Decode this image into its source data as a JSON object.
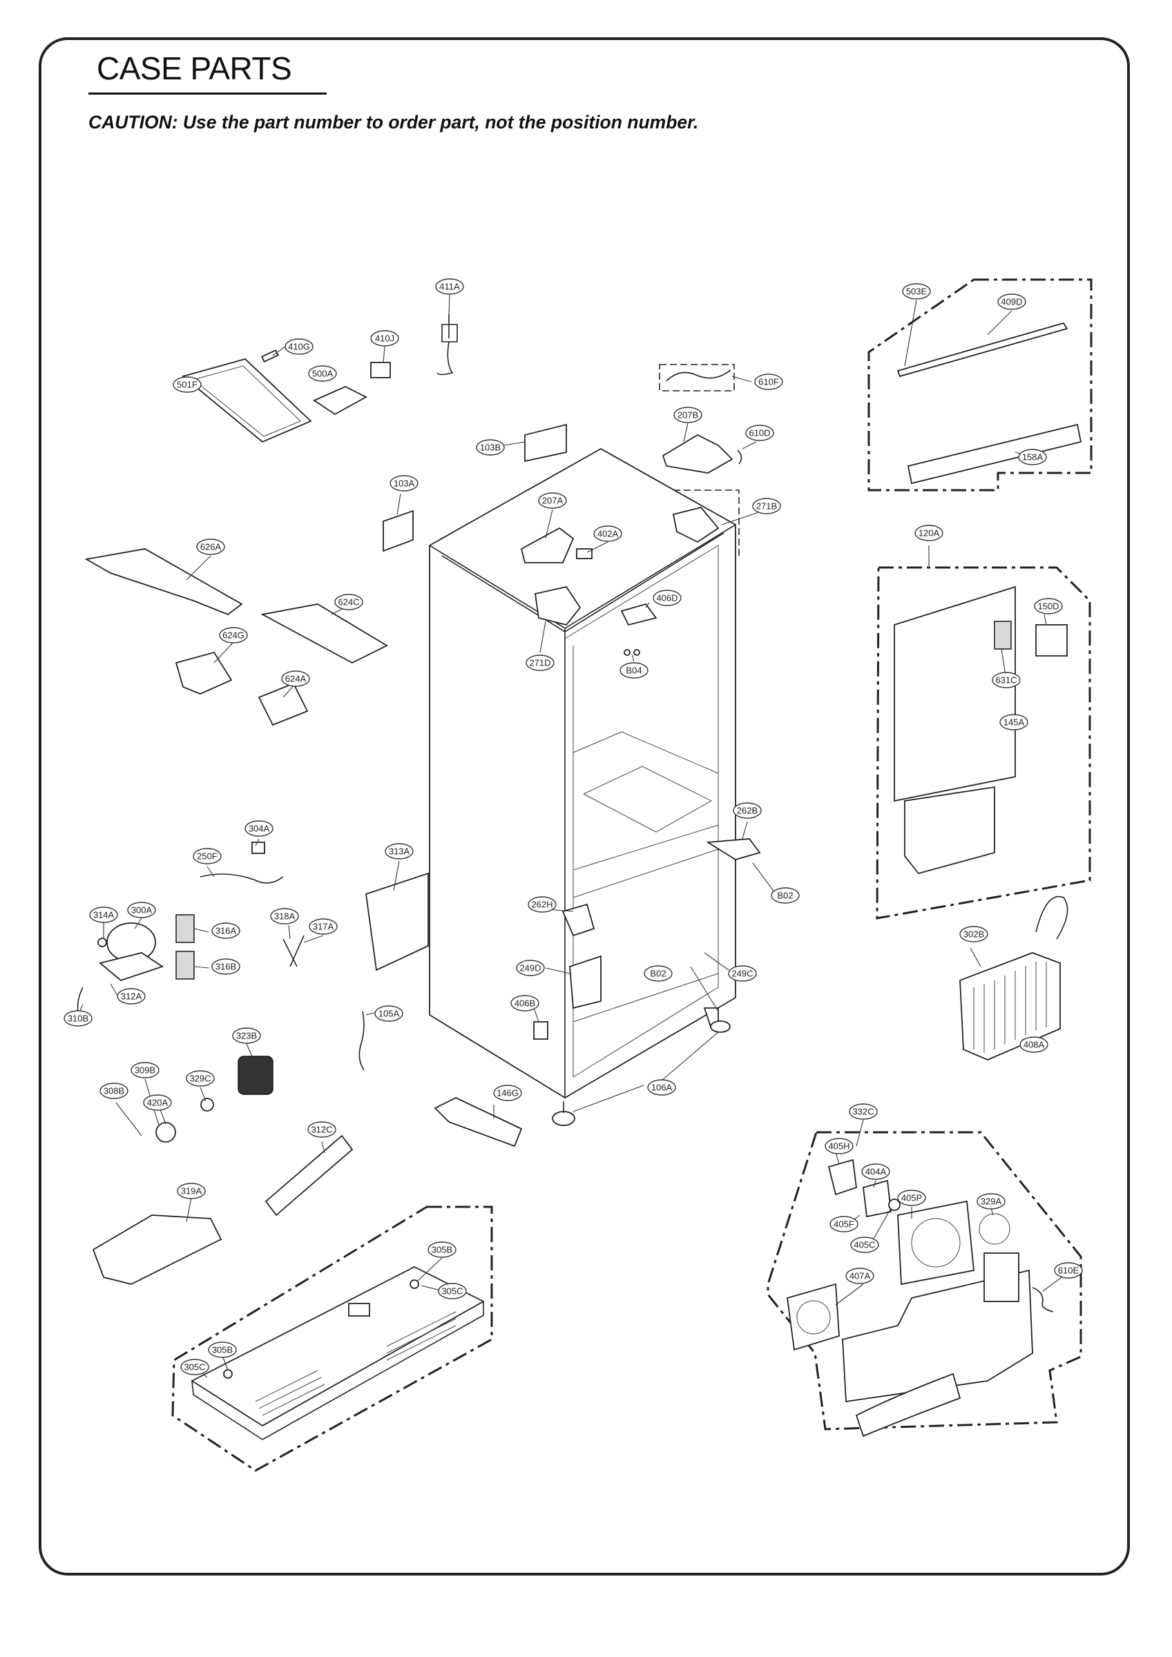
{
  "header": {
    "title": "CASE PARTS",
    "caution": "CAUTION: Use the part number to order part, not the position number."
  },
  "callouts": [
    "411A",
    "410J",
    "410G",
    "500A",
    "501F",
    "610F",
    "503E",
    "409D",
    "207B",
    "610D",
    "103B",
    "158A",
    "103A",
    "207A",
    "271B",
    "402A",
    "626A",
    "120A",
    "406D",
    "624C",
    "150D",
    "624G",
    "271D",
    "B04",
    "631C",
    "624A",
    "145A",
    "262B",
    "304A",
    "250F",
    "313A",
    "B02",
    "262H",
    "300A",
    "314A",
    "318A",
    "316A",
    "317A",
    "316B",
    "249D",
    "B02",
    "249C",
    "312A",
    "406B",
    "310B",
    "105A",
    "302B",
    "323B",
    "408A",
    "106A",
    "309B",
    "329C",
    "308B",
    "420A",
    "146G",
    "332C",
    "312C",
    "405H",
    "404A",
    "319A",
    "405P",
    "329A",
    "405F",
    "405C",
    "305B",
    "610E",
    "407A",
    "305C",
    "305B",
    "305C"
  ]
}
